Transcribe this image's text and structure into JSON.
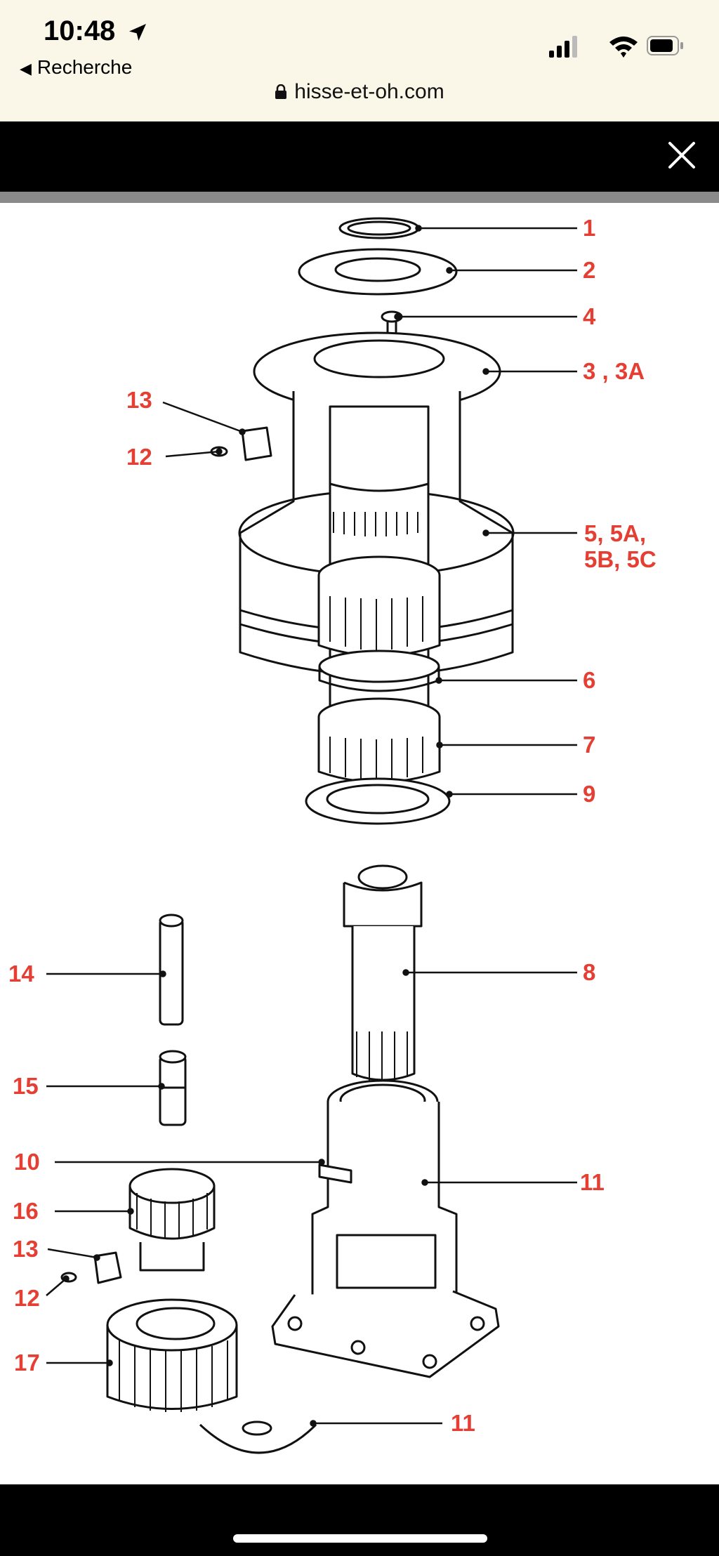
{
  "status_bar": {
    "time": "10:48",
    "back_label": "Recherche"
  },
  "browser": {
    "url": "hisse-et-oh.com"
  },
  "icons": {
    "location": "location-arrow-icon",
    "signal": "cellular-signal-icon",
    "wifi": "wifi-icon",
    "battery": "battery-icon",
    "lock": "lock-icon",
    "close": "close-icon"
  },
  "colors": {
    "status_bg": "#fbf7e8",
    "callout": "#e53e33",
    "bars": "#000000"
  },
  "diagram": {
    "labels": {
      "l1": "1",
      "l2": "2",
      "l4": "4",
      "l3": "3 , 3A",
      "l13a": "13",
      "l12a": "12",
      "l5a": "5, 5A,",
      "l5b": "5B, 5C",
      "l6": "6",
      "l7": "7",
      "l9": "9",
      "l14": "14",
      "l8": "8",
      "l15": "15",
      "l10": "10",
      "l11a": "11",
      "l16": "16",
      "l13b": "13",
      "l12b": "12",
      "l17": "17",
      "l11b": "11"
    }
  }
}
